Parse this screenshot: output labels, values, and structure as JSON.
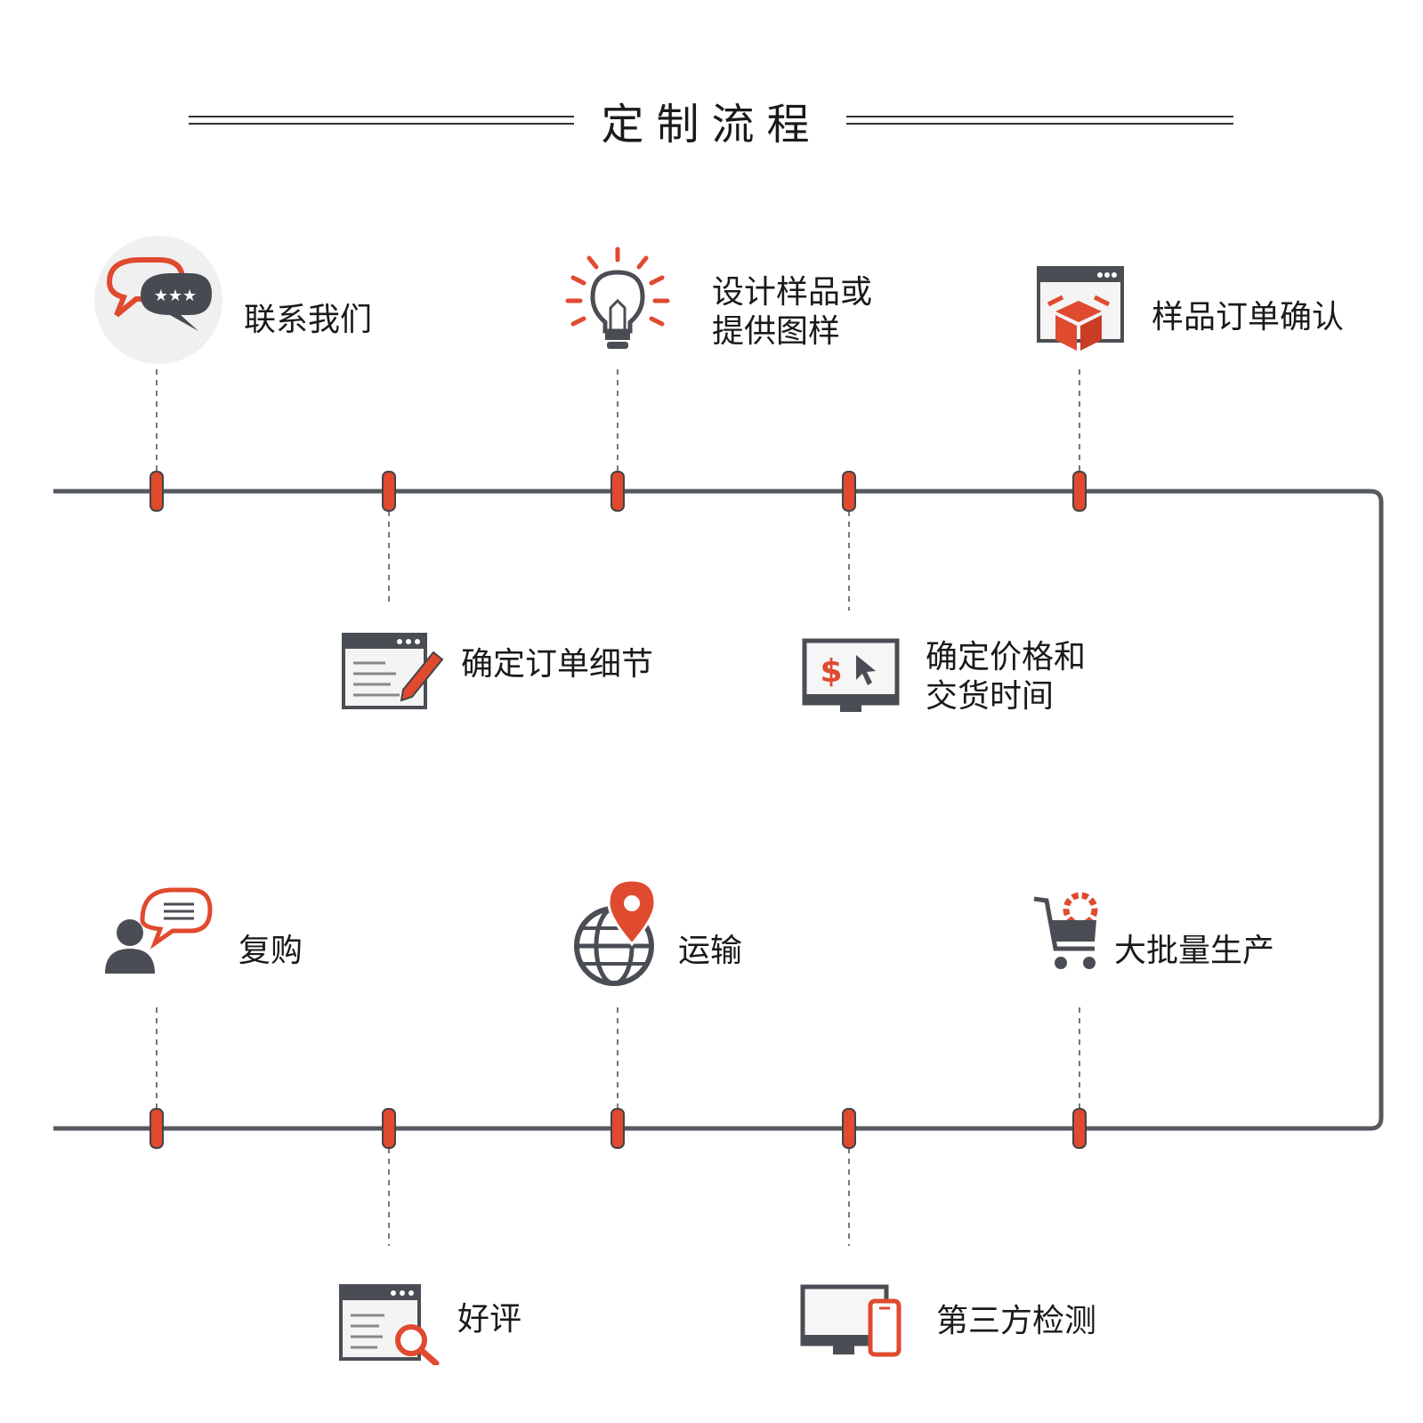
{
  "title": "定制流程",
  "steps": [
    {
      "label": "联系我们",
      "icon": "chat-bubbles-icon"
    },
    {
      "label": "确定订单细节",
      "icon": "order-edit-icon"
    },
    {
      "label_lines": [
        "设计样品或",
        "提供图样"
      ],
      "icon": "lightbulb-icon"
    },
    {
      "label_lines": [
        "确定价格和",
        "交货时间"
      ],
      "icon": "price-monitor-icon"
    },
    {
      "label": "样品订单确认",
      "icon": "sample-box-icon"
    },
    {
      "label": "大批量生产",
      "icon": "cart-gear-icon"
    },
    {
      "label": "第三方检测",
      "icon": "devices-icon"
    },
    {
      "label": "运输",
      "icon": "globe-pin-icon"
    },
    {
      "label": "好评",
      "icon": "review-search-icon"
    },
    {
      "label": "复购",
      "icon": "repurchase-user-icon"
    }
  ],
  "colors": {
    "accent": "#e04a2f",
    "line": "#555a60",
    "icon_dark": "#4a4e54"
  }
}
